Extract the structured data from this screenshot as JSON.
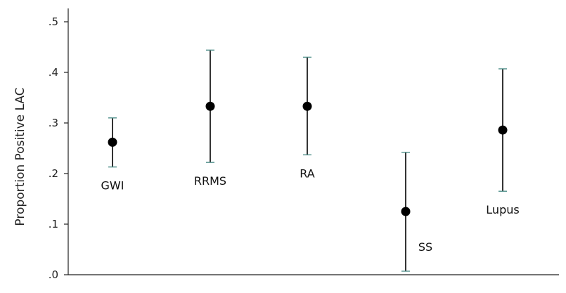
{
  "chart_data": {
    "type": "scatter",
    "ylabel": "Proportion Positive LAC",
    "xlabel": "",
    "ylim": [
      0,
      0.5
    ],
    "yticks": [
      0,
      0.1,
      0.2,
      0.3,
      0.4,
      0.5
    ],
    "ytick_labels": [
      ".0",
      ".1",
      ".2",
      ".3",
      ".4",
      ".5"
    ],
    "grid": false,
    "categories": [
      "GWI",
      "RRMS",
      "RA",
      "SS",
      "Lupus"
    ],
    "series": [
      {
        "values": [
          0.262,
          0.333,
          0.333,
          0.125,
          0.286
        ],
        "lower": [
          0.213,
          0.222,
          0.237,
          0.007,
          0.165
        ],
        "upper": [
          0.31,
          0.444,
          0.43,
          0.242,
          0.407
        ]
      }
    ],
    "colors": {
      "marker": "#000000",
      "error_bar": "#000000",
      "cap": "#4f8f8a"
    }
  }
}
